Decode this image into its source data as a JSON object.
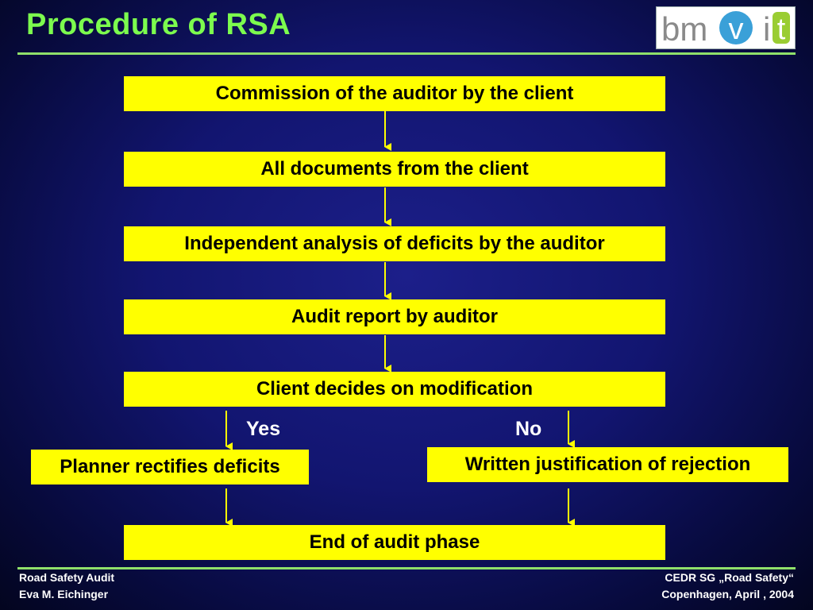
{
  "title": "Procedure of RSA",
  "logo": {
    "letters": [
      "bm",
      "v",
      "i",
      "t"
    ]
  },
  "flow": {
    "step1": "Commission of the auditor by the client",
    "step2": "All documents from the client",
    "step3": "Independent analysis of deficits by the auditor",
    "step4": "Audit report by auditor",
    "step5": "Client decides on modification",
    "yes_label": "Yes",
    "no_label": "No",
    "yes_branch": "Planner rectifies deficits",
    "no_branch": "Written justification of rejection",
    "end": "End of audit phase"
  },
  "footer": {
    "left_line1": "Road Safety Audit",
    "left_line2": "Eva M. Eichinger",
    "right_line1": "CEDR SG „Road Safety“",
    "right_line2": "Copenhagen, April , 2004"
  },
  "colors": {
    "title": "#7CFC4E",
    "box_fill": "#FFFF00",
    "arrow": "#FFFF00",
    "rule": "#8FE06A"
  }
}
